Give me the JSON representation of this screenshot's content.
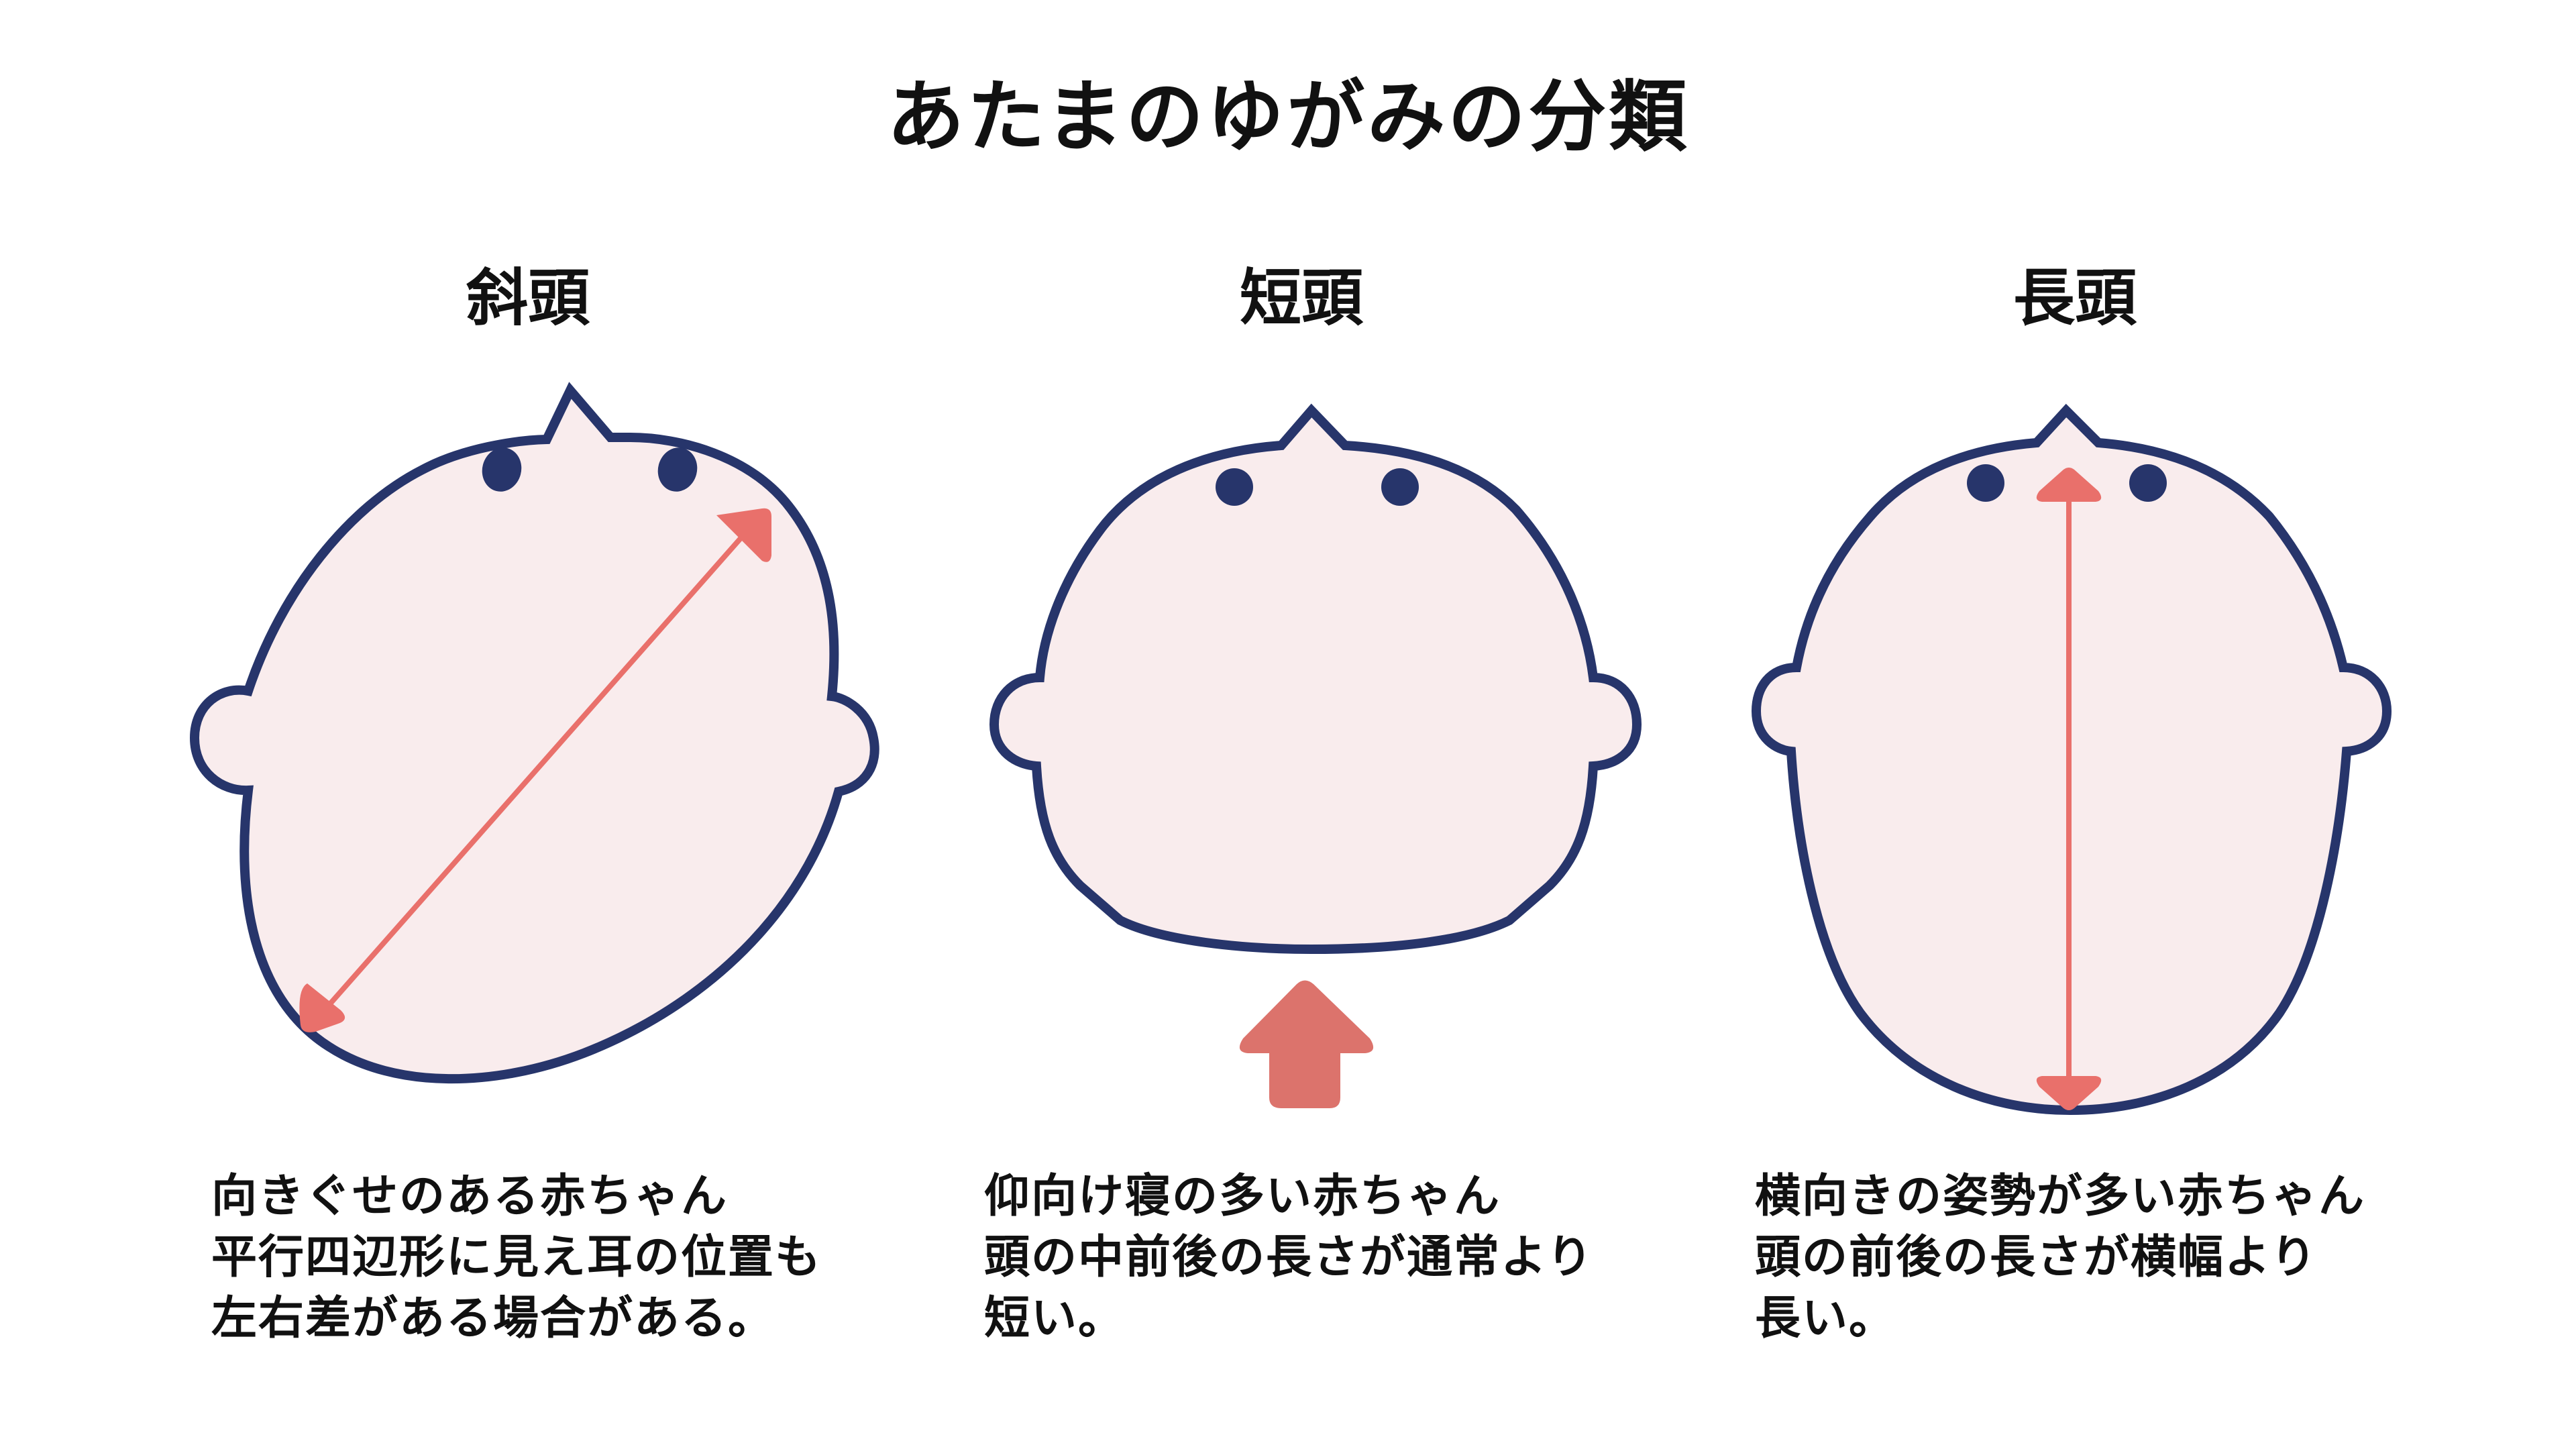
{
  "title": "あたまのゆがみの分類",
  "colors": {
    "head_fill": "#f9eced",
    "outline": "#27356b",
    "eyes": "#27356b",
    "arrow": "#e9706b",
    "big_arrow": "#dc736c",
    "text": "#111111",
    "background": "#ffffff"
  },
  "columns": [
    {
      "id": "plagiocephaly",
      "heading": "斜頭",
      "figure": {
        "shape": "tilted-oval-head",
        "indicator": "diagonal-double-arrow"
      },
      "lines": [
        "向きぐせのある赤ちゃん",
        "平行四辺形に見え耳の位置も",
        "左右差がある場合がある。"
      ]
    },
    {
      "id": "brachycephaly",
      "heading": "短頭",
      "figure": {
        "shape": "flattened-back-head",
        "indicator": "upward-block-arrow"
      },
      "lines": [
        "仰向け寝の多い赤ちゃん",
        "頭の中前後の長さが通常より",
        "短い。"
      ]
    },
    {
      "id": "dolichocephaly",
      "heading": "長頭",
      "figure": {
        "shape": "elongated-head",
        "indicator": "vertical-double-arrow"
      },
      "lines": [
        "横向きの姿勢が多い赤ちゃん",
        "頭の前後の長さが横幅より",
        "長い。"
      ]
    }
  ]
}
